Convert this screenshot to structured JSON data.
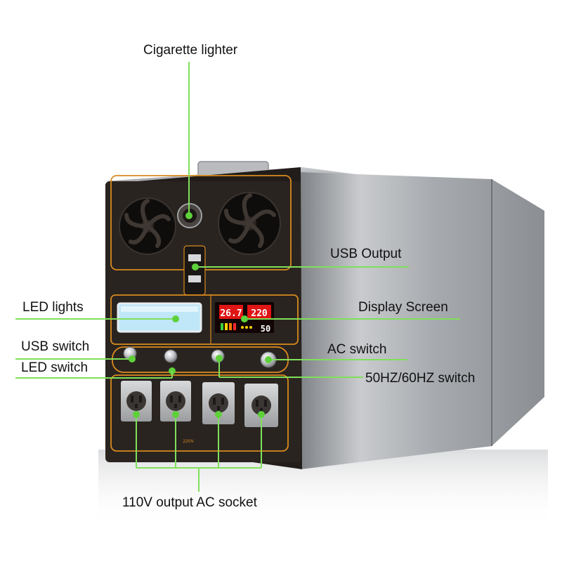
{
  "colors": {
    "callout_line": "#7fe05a",
    "callout_dot": "#5ed13a",
    "panel_bg": "#2a2420",
    "panel_trim": "#d98a1e",
    "body_silver": "#a9acb0",
    "screen_red": "#e01515",
    "led_lamp": "#bfe7f8"
  },
  "callouts": {
    "cigarette": "Cigarette lighter",
    "usb_output": "USB Output",
    "led_lights": "LED lights",
    "display_screen": "Display Screen",
    "usb_switch": "USB switch",
    "ac_switch": "AC switch",
    "led_switch": "LED switch",
    "hz_switch": "50HZ/60HZ switch",
    "ac_socket": "110V output AC socket"
  },
  "display": {
    "left_value": "26.7",
    "right_value": "220",
    "freq_value": "50"
  },
  "device": {
    "socket_voltage_label": "220V"
  }
}
